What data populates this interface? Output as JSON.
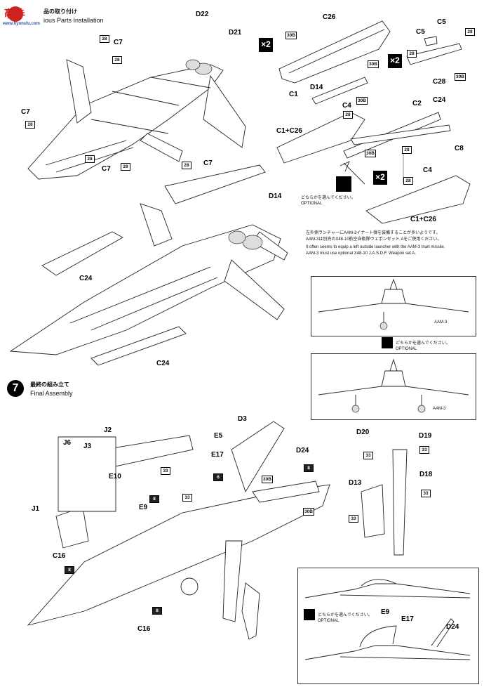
{
  "watermark": {
    "site_cn": "高手",
    "site_url": "www.hyonsfu.com"
  },
  "step6": {
    "title_jp_suffix": "品の取り付け",
    "title_en_suffix": "ious Parts Installation"
  },
  "step7": {
    "number": "7",
    "title_jp": "最終の組み立て",
    "title_en": "Final Assembly"
  },
  "labels": {
    "D22": "D22",
    "D21": "D21",
    "C7": "C7",
    "C26": "C26",
    "C5": "C5",
    "C28": "C28",
    "C1": "C1",
    "D14": "D14",
    "C4": "C4",
    "C2": "C2",
    "C24": "C24",
    "C8": "C8",
    "C1_C26": "C1+C26",
    "J2": "J2",
    "J6": "J6",
    "J3": "J3",
    "E5": "E5",
    "E17": "E17",
    "E10": "E10",
    "E9": "E9",
    "D3": "D3",
    "D24": "D24",
    "J1": "J1",
    "C16": "C16",
    "D20": "D20",
    "D19": "D19",
    "D18": "D18",
    "D13": "D13",
    "AAM3": "AAM-3"
  },
  "marks": {
    "x2": "×2",
    "n28": "28",
    "n30B": "30B",
    "n33": "33",
    "n8": "8",
    "n6": "6"
  },
  "notes": {
    "either_jp": "どちらかを選んでください。",
    "optional": "OPTIONAL",
    "aam3_jp_1": "左外側ランチャーにAAM-3イナート弾を装備することが多いようです。",
    "aam3_jp_2": "AAM-3は別売のX48-10航空自衛隊ウェポンセット Aをご使用ください。",
    "aam3_en_1": "It often seems to equip a left outside launcher with the AAM-3 Inart missile.",
    "aam3_en_2": "AAM-3 must use optional X48-10 J.A.S.D.F. Weapon set A."
  },
  "colors": {
    "ink": "#111111",
    "paper": "#ffffff",
    "panel_border": "#333333"
  }
}
